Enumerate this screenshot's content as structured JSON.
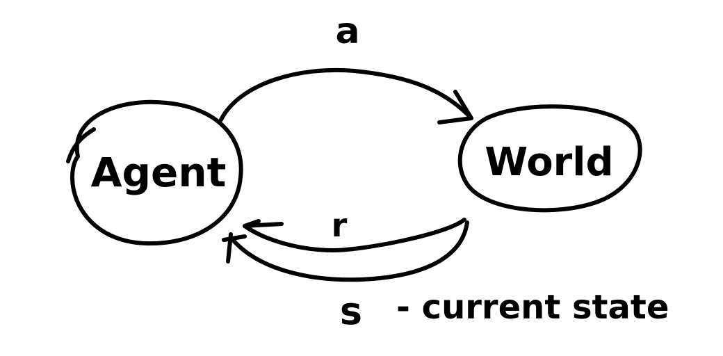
{
  "nodes": {
    "agent": {
      "label": "Agent"
    },
    "world": {
      "label": "World"
    }
  },
  "edges": {
    "action": {
      "label": "a"
    },
    "reward": {
      "label": "r"
    },
    "state": {
      "label": "s",
      "description": "- current state"
    }
  },
  "colors": {
    "ink": "#000000",
    "background": "#ffffff"
  }
}
